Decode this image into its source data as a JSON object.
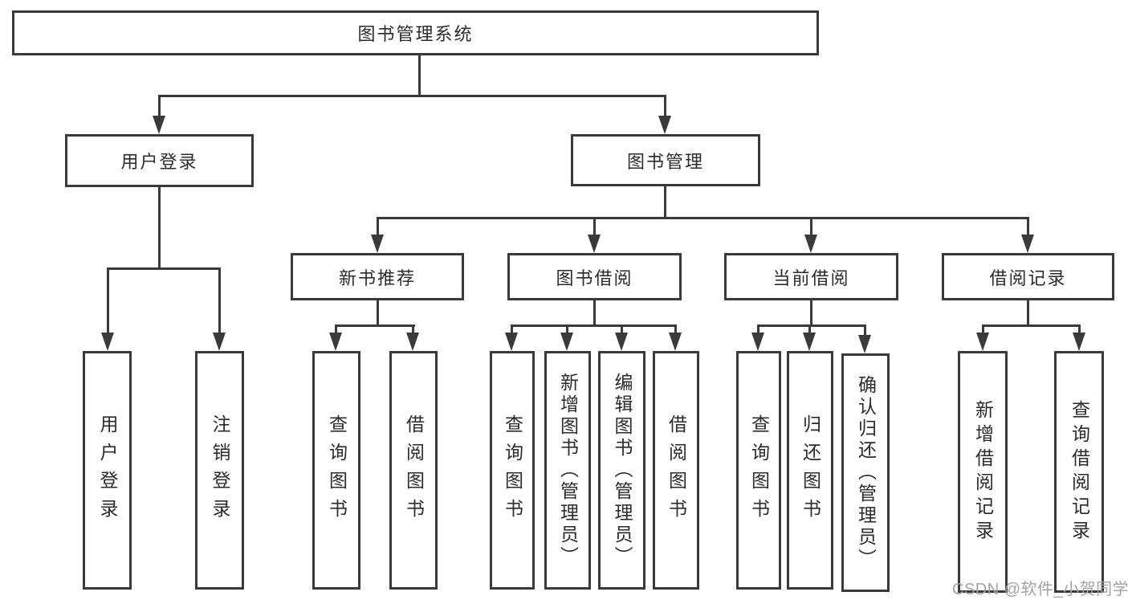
{
  "diagram_title": "图书管理系统",
  "tree": {
    "root": {
      "label": "图书管理系统"
    },
    "level2": [
      {
        "label": "用户登录"
      },
      {
        "label": "图书管理"
      }
    ],
    "level3": [
      {
        "label": "新书推荐",
        "parent": "图书管理"
      },
      {
        "label": "图书借阅",
        "parent": "图书管理"
      },
      {
        "label": "当前借阅",
        "parent": "图书管理"
      },
      {
        "label": "借阅记录",
        "parent": "图书管理"
      }
    ],
    "leaves": [
      {
        "label": "用户登录",
        "parent": "用户登录"
      },
      {
        "label": "注销登录",
        "parent": "用户登录"
      },
      {
        "label": "查询图书",
        "parent": "新书推荐"
      },
      {
        "label": "借阅图书",
        "parent": "新书推荐"
      },
      {
        "label": "查询图书",
        "parent": "图书借阅"
      },
      {
        "label": "新增图书（管理员）",
        "parent": "图书借阅"
      },
      {
        "label": "编辑图书（管理员）",
        "parent": "图书借阅"
      },
      {
        "label": "借阅图书",
        "parent": "图书借阅"
      },
      {
        "label": "查询图书",
        "parent": "当前借阅"
      },
      {
        "label": "归还图书",
        "parent": "当前借阅"
      },
      {
        "label": "确认归还（管理员）",
        "parent": "当前借阅"
      },
      {
        "label": "新增借阅记录",
        "parent": "借阅记录"
      },
      {
        "label": "查询借阅记录",
        "parent": "借阅记录"
      }
    ]
  },
  "watermark": {
    "text": "CSDN @软件_小贺同学"
  },
  "colors": {
    "line": "#3a3a3a",
    "text": "#2b2b2b",
    "watermark": "#a3a3a3",
    "background": "#ffffff"
  }
}
